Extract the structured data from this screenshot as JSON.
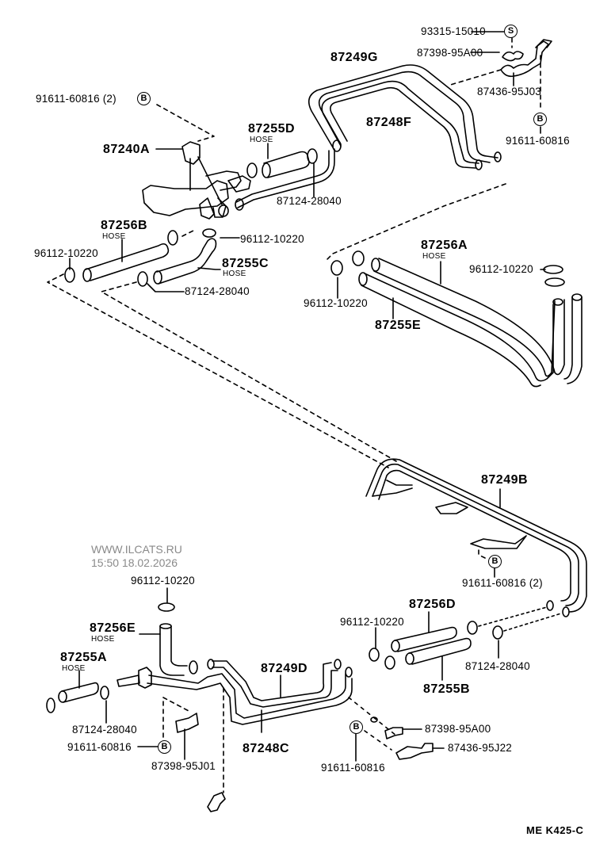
{
  "diagram": {
    "title_code": "ME  K425-C",
    "watermark": {
      "site": "WWW.ILCATS.RU",
      "timestamp": "15:50 18.02.2026"
    },
    "sub_label_hose": "HOSE",
    "symbols": {
      "bolt": "B",
      "screw": "S"
    },
    "parts": {
      "p93315_15010": "93315-15010",
      "p87398_95A00_top": "87398-95A00",
      "p87436_95J03": "87436-95J03",
      "p91611_60816_topright": "91611-60816",
      "p87249G": "87249G",
      "p87248F": "87248F",
      "p91611_60816_2_topleft": "91611-60816 (2)",
      "p87255D": "87255D",
      "p87240A": "87240A",
      "p87124_28040_top": "87124-28040",
      "p87256B": "87256B",
      "p96112_10220_mid": "96112-10220",
      "p96112_10220_left": "96112-10220",
      "p87255C": "87255C",
      "p87124_28040_left": "87124-28040",
      "p87256A": "87256A",
      "p96112_10220_right": "96112-10220",
      "p96112_10220_center": "96112-10220",
      "p87255E": "87255E",
      "p87249B": "87249B",
      "p91611_60816_2_right": "91611-60816 (2)",
      "p96112_10220_bottomleft": "96112-10220",
      "p87256E": "87256E",
      "p87255A": "87255A",
      "p87124_28040_bottomleft": "87124-28040",
      "p91611_60816_bottomleft": "91611-60816",
      "p87398_95J01": "87398-95J01",
      "p87249D": "87249D",
      "p87248C": "87248C",
      "p87256D": "87256D",
      "p96112_10220_bottomright": "96112-10220",
      "p87124_28040_bottomright": "87124-28040",
      "p87255B": "87255B",
      "p87398_95A00_bottom": "87398-95A00",
      "p87436_95J22": "87436-95J22",
      "p91611_60816_bottomcenter": "91611-60816"
    }
  }
}
